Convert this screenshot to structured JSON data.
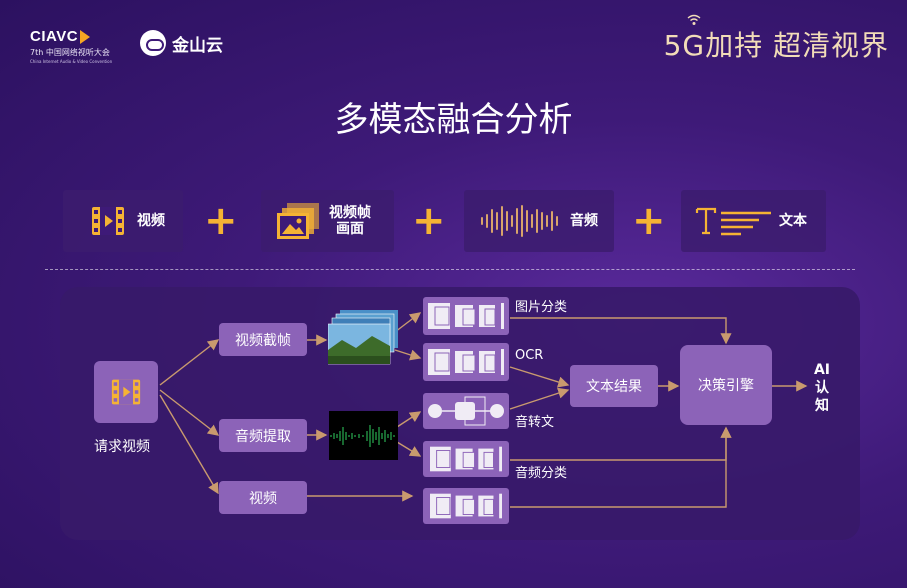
{
  "header": {
    "ciavc_title": "CIAVC",
    "ciavc_edition": "7th",
    "ciavc_name": "中国网络视听大会",
    "ciavc_en": "China Internet Audio & Video Convention",
    "partner": "金山云",
    "slogan": "5G加持 超清视界"
  },
  "title": "多模态融合分析",
  "modalities": [
    {
      "label": "视频",
      "icon": "film-icon"
    },
    {
      "label": "视频帧\n画面",
      "icon": "image-frames-icon"
    },
    {
      "label": "音频",
      "icon": "waveform-icon"
    },
    {
      "label": "文本",
      "icon": "text-icon"
    }
  ],
  "flow": {
    "source": "请求视频",
    "frame_extract": "视频截帧",
    "audio_extract": "音频提取",
    "video": "视频",
    "image_class": "图片分类",
    "ocr": "OCR",
    "speech_to_text": "音转文",
    "audio_class": "音频分类",
    "text_result": "文本结果",
    "decision": "决策引擎",
    "output": "AI\n认\n知"
  },
  "colors": {
    "background": "#3e1a78",
    "accent": "#f5b334",
    "node": "#8c63b8",
    "arrow": "#c99a6e"
  }
}
